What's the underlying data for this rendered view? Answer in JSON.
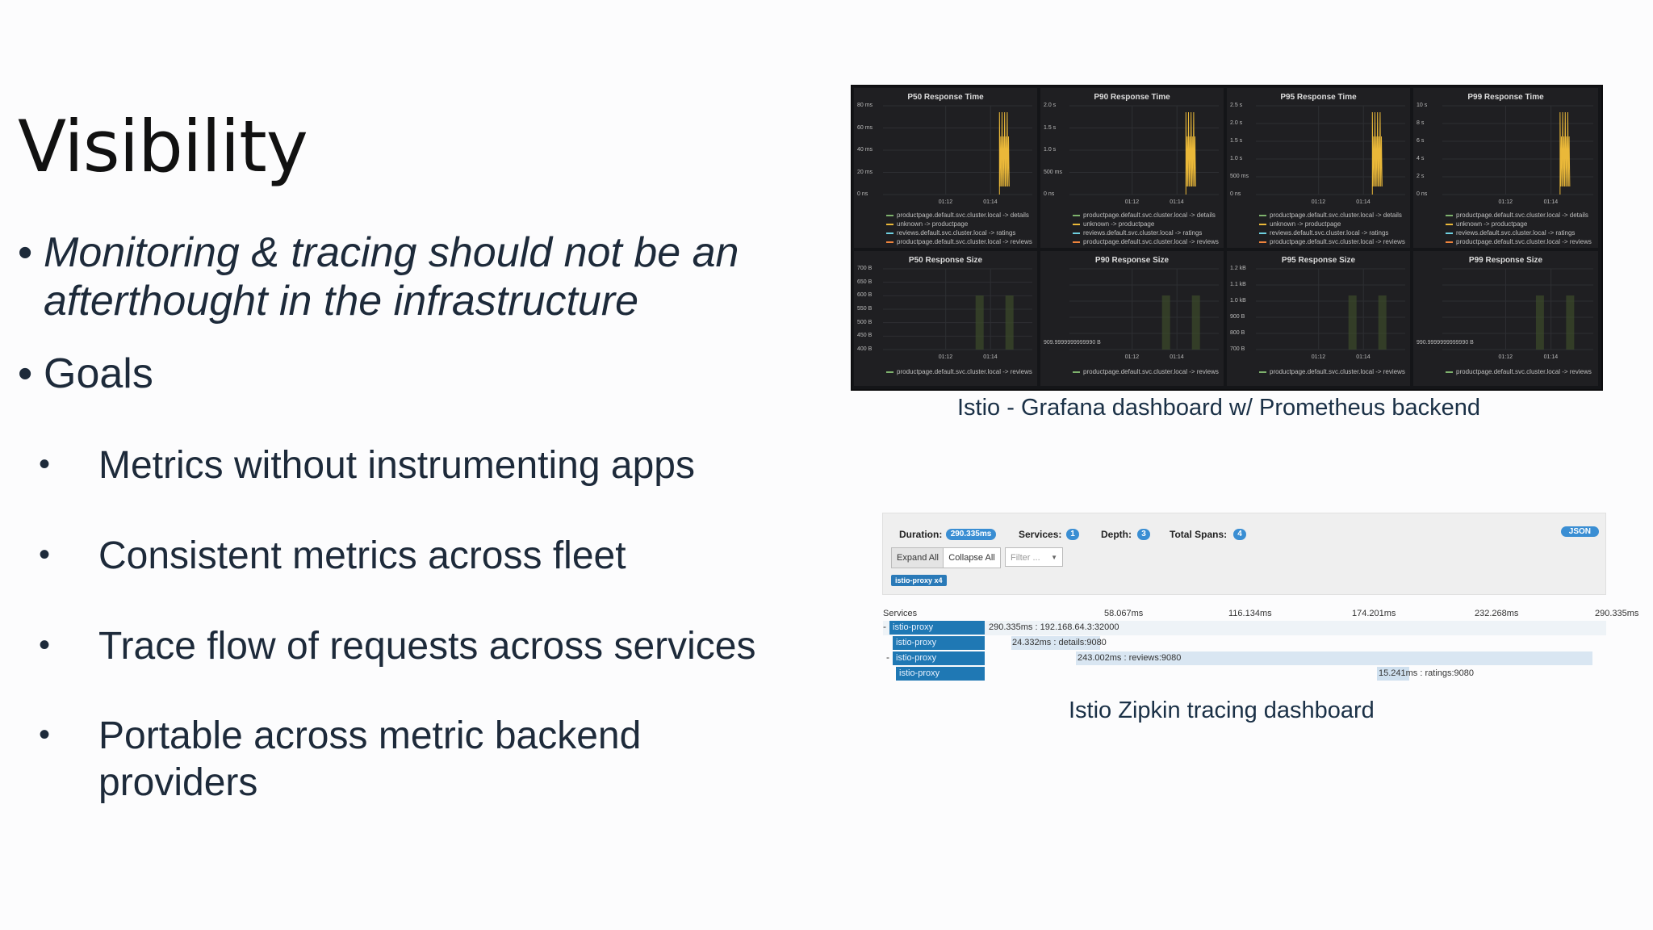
{
  "slide": {
    "title": "Visibility",
    "bullets": [
      {
        "line1": "Monitoring & tracing should not be an",
        "line2": "afterthought in the infrastructure"
      },
      {
        "text": "Goals"
      }
    ],
    "goals": [
      {
        "text": "Metrics without instrumenting apps"
      },
      {
        "text": "Consistent metrics across fleet"
      },
      {
        "text": "Trace flow of requests across services"
      },
      {
        "line1": "Portable across metric backend",
        "line2": "providers"
      }
    ],
    "bullet_char": "•"
  },
  "grafana": {
    "caption": "Istio - Grafana dashboard w/ Prometheus backend",
    "time_panels": [
      {
        "title": "P50 Response Time",
        "yticks": [
          "80 ms",
          "60 ms",
          "40 ms",
          "20 ms",
          "0 ns"
        ]
      },
      {
        "title": "P90 Response Time",
        "yticks": [
          "2.0 s",
          "1.5 s",
          "1.0 s",
          "500 ms",
          "0 ns"
        ]
      },
      {
        "title": "P95 Response Time",
        "yticks": [
          "2.5 s",
          "2.0 s",
          "1.5 s",
          "1.0 s",
          "500 ms",
          "0 ns"
        ]
      },
      {
        "title": "P99 Response Time",
        "yticks": [
          "10 s",
          "8 s",
          "6 s",
          "4 s",
          "2 s",
          "0 ns"
        ]
      }
    ],
    "size_panels": [
      {
        "title": "P50 Response Size",
        "yticks": [
          "700 B",
          "650 B",
          "600 B",
          "550 B",
          "500 B",
          "450 B",
          "400 B"
        ]
      },
      {
        "title": "P90 Response Size",
        "yticks": [
          "909.9999999999990 B"
        ]
      },
      {
        "title": "P95 Response Size",
        "yticks": [
          "1.2 kB",
          "1.1 kB",
          "1.0 kB",
          "900 B",
          "800 B",
          "700 B"
        ]
      },
      {
        "title": "P99 Response Size",
        "yticks": [
          "990.9999999999990 B"
        ]
      }
    ],
    "xticks": [
      "01:12",
      "01:14"
    ],
    "time_legend": [
      {
        "label": "productpage.default.svc.cluster.local -> details",
        "color": "#7eb26d"
      },
      {
        "label": "unknown -> productpage",
        "color": "#eab839"
      },
      {
        "label": "reviews.default.svc.cluster.local -> ratings",
        "color": "#6ed0e0"
      },
      {
        "label": "productpage.default.svc.cluster.local -> reviews",
        "color": "#ef843c"
      }
    ],
    "size_legend": {
      "label": "productpage.default.svc.cluster.local -> reviews",
      "color": "#7eb26d"
    }
  },
  "zipkin": {
    "caption": "Istio Zipkin tracing dashboard",
    "duration_label": "Duration:",
    "duration_value": "290.335ms",
    "services_label": "Services:",
    "services_value": "1",
    "depth_label": "Depth:",
    "depth_value": "3",
    "spans_label": "Total Spans:",
    "spans_value": "4",
    "json_label": "JSON",
    "expand_label": "Expand All",
    "collapse_label": "Collapse All",
    "filter_placeholder": "Filter ...",
    "service_tag": "istio-proxy x4",
    "services_header": "Services",
    "time_marks": [
      "58.067ms",
      "116.134ms",
      "174.201ms",
      "232.268ms",
      "290.335ms"
    ],
    "spans": [
      {
        "service": "istio-proxy",
        "label": "290.335ms : 192.168.64.3:32000",
        "toggle": "-"
      },
      {
        "service": "istio-proxy",
        "label": "24.332ms : details:9080",
        "toggle": ""
      },
      {
        "service": "istio-proxy",
        "label": "243.002ms : reviews:9080",
        "toggle": "-"
      },
      {
        "service": "istio-proxy",
        "label": "15.241ms : ratings:9080",
        "toggle": ""
      }
    ]
  }
}
